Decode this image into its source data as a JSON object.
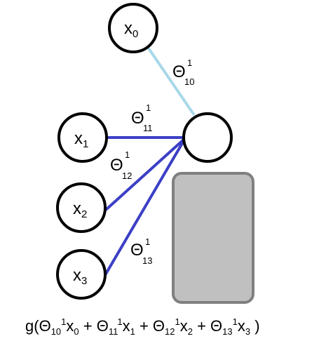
{
  "colors": {
    "bias_edge": "#a8d8e8",
    "input_edge": "#3b3fc6",
    "node_stroke": "#000000",
    "box_fill": "#c0c0c0",
    "box_stroke": "#808080"
  },
  "nodes": {
    "x0": {
      "main": "x",
      "sub": "0"
    },
    "x1": {
      "main": "x",
      "sub": "1"
    },
    "x2": {
      "main": "x",
      "sub": "2"
    },
    "x3": {
      "main": "x",
      "sub": "3"
    }
  },
  "weights": {
    "w10": {
      "symbol": "Θ",
      "sup": "1",
      "sub": "10"
    },
    "w11": {
      "symbol": "Θ",
      "sup": "1",
      "sub": "11"
    },
    "w12": {
      "symbol": "Θ",
      "sup": "1",
      "sub": "12"
    },
    "w13": {
      "symbol": "Θ",
      "sup": "1",
      "sub": "13"
    }
  },
  "formula": {
    "open": "g(",
    "t0": "Θ",
    "t0_sub": "10",
    "t0_sup": "1",
    "t0_x": "x",
    "t0_xsub": "0",
    "plus1": " + ",
    "t1": "Θ",
    "t1_sub": "11",
    "t1_sup": "1",
    "t1_x": "x",
    "t1_xsub": "1",
    "plus2": " + ",
    "t2": "Θ",
    "t2_sub": "12",
    "t2_sup": "1",
    "t2_x": "x",
    "t2_xsub": "2",
    "plus3": " + ",
    "t3": "Θ",
    "t3_sub": "13",
    "t3_sup": "1",
    "t3_x": "x",
    "t3_xsub": "3",
    "close": " )"
  }
}
